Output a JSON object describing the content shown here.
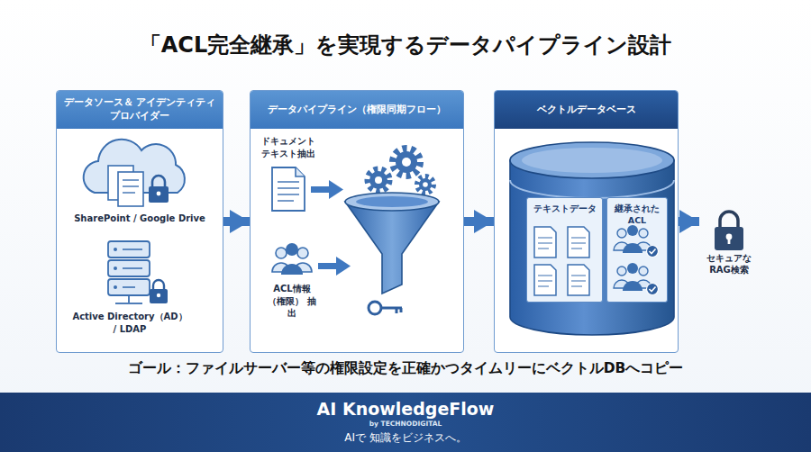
{
  "diagram": {
    "title": "「ACL完全継承」を実現するデータパイプライン設計",
    "caption": "ゴール：ファイルサーバー等の権限設定を正確かつタイムリーにベクトルDBへコピー",
    "nodes": [
      {
        "text": [
          "データソース＆ アイデンティティプロバイダー"
        ]
      },
      {
        "text": [
          "データパイプライン（権限同期フロー）"
        ]
      },
      {
        "text": [
          "ベクトルデータベース"
        ]
      },
      {
        "text": [
          "テキストデータ"
        ],
        "in": 2
      },
      {
        "text": [
          "継承されたACL"
        ],
        "in": 2
      },
      {
        "text": [
          "セキュアな RAG検索"
        ]
      }
    ],
    "edges": [
      {
        "from": 0,
        "to": 1,
        "arrow": "to"
      },
      {
        "from": 1,
        "to": 2,
        "arrow": "to"
      },
      {
        "from": 2,
        "to": 5,
        "arrow": "to"
      }
    ],
    "labels": [
      "SharePoint / Google Drive",
      "Active Directory（AD） / LDAP",
      "ドキュメント テキスト抽出",
      "ACL情報 （権限） 抽出",
      "AI KnowledgeFlow",
      "by TECHNODIGITAL",
      "AIで 知識をビジネスへ。"
    ]
  }
}
